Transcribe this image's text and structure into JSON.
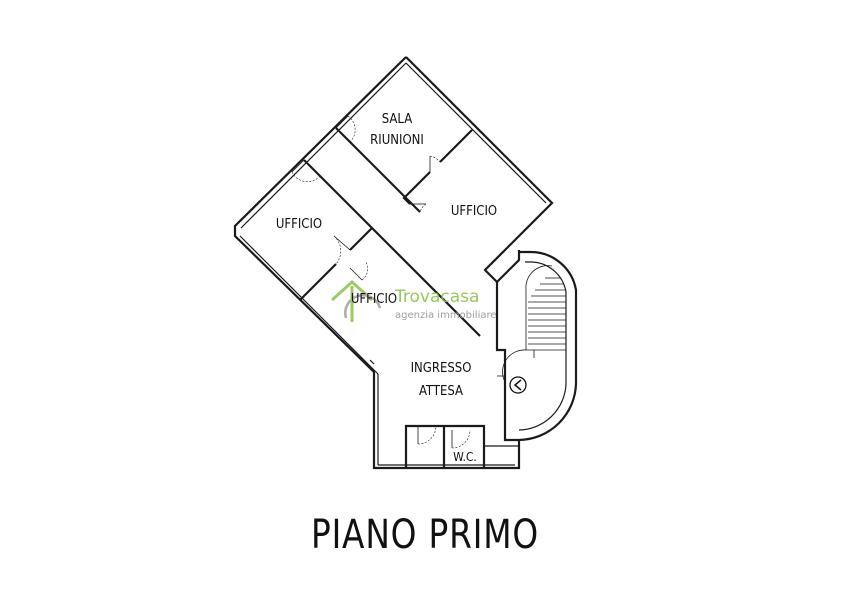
{
  "rooms": {
    "sala_riunioni_line1": "SALA",
    "sala_riunioni_line2": "RIUNIONI",
    "ufficio_right": "UFFICIO",
    "ufficio_left": "UFFICIO",
    "ufficio_center": "UFFICIO",
    "ingresso_line1": "INGRESSO",
    "ingresso_line2": "ATTESA",
    "wc": "W.C."
  },
  "watermark": {
    "brand": "Trovacasa",
    "tagline": "agenzia immobiliare",
    "color": "#8bc34a"
  },
  "title": "PIANO PRIMO",
  "icons": {
    "entrance": "entrance-arrow-icon",
    "logo": "trovacasa-logo-icon"
  }
}
